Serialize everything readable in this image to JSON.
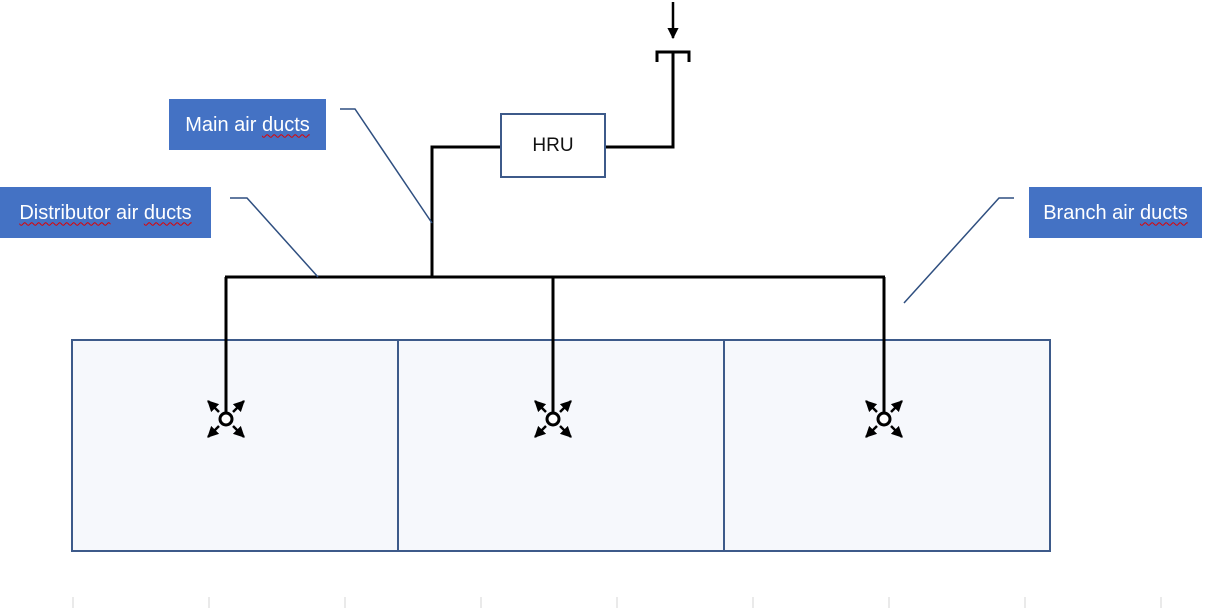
{
  "labels": {
    "main": {
      "words": [
        "Main",
        "air",
        "ducts"
      ],
      "underlined": [
        false,
        false,
        true
      ]
    },
    "distributor": {
      "words": [
        "Distributor",
        "air",
        "ducts"
      ],
      "underlined": [
        true,
        false,
        true
      ]
    },
    "branch": {
      "words": [
        "Branch",
        "air",
        "ducts"
      ],
      "underlined": [
        false,
        false,
        true
      ]
    }
  },
  "hru": {
    "label": "HRU"
  },
  "rooms": {
    "count": 3
  },
  "colors": {
    "callout_bg": "#4472c4",
    "callout_text": "#ffffff",
    "leader_line": "#2f4f80",
    "duct": "#000000",
    "room_fill": "#f6f8fc",
    "room_border": "#3d5a8a"
  }
}
